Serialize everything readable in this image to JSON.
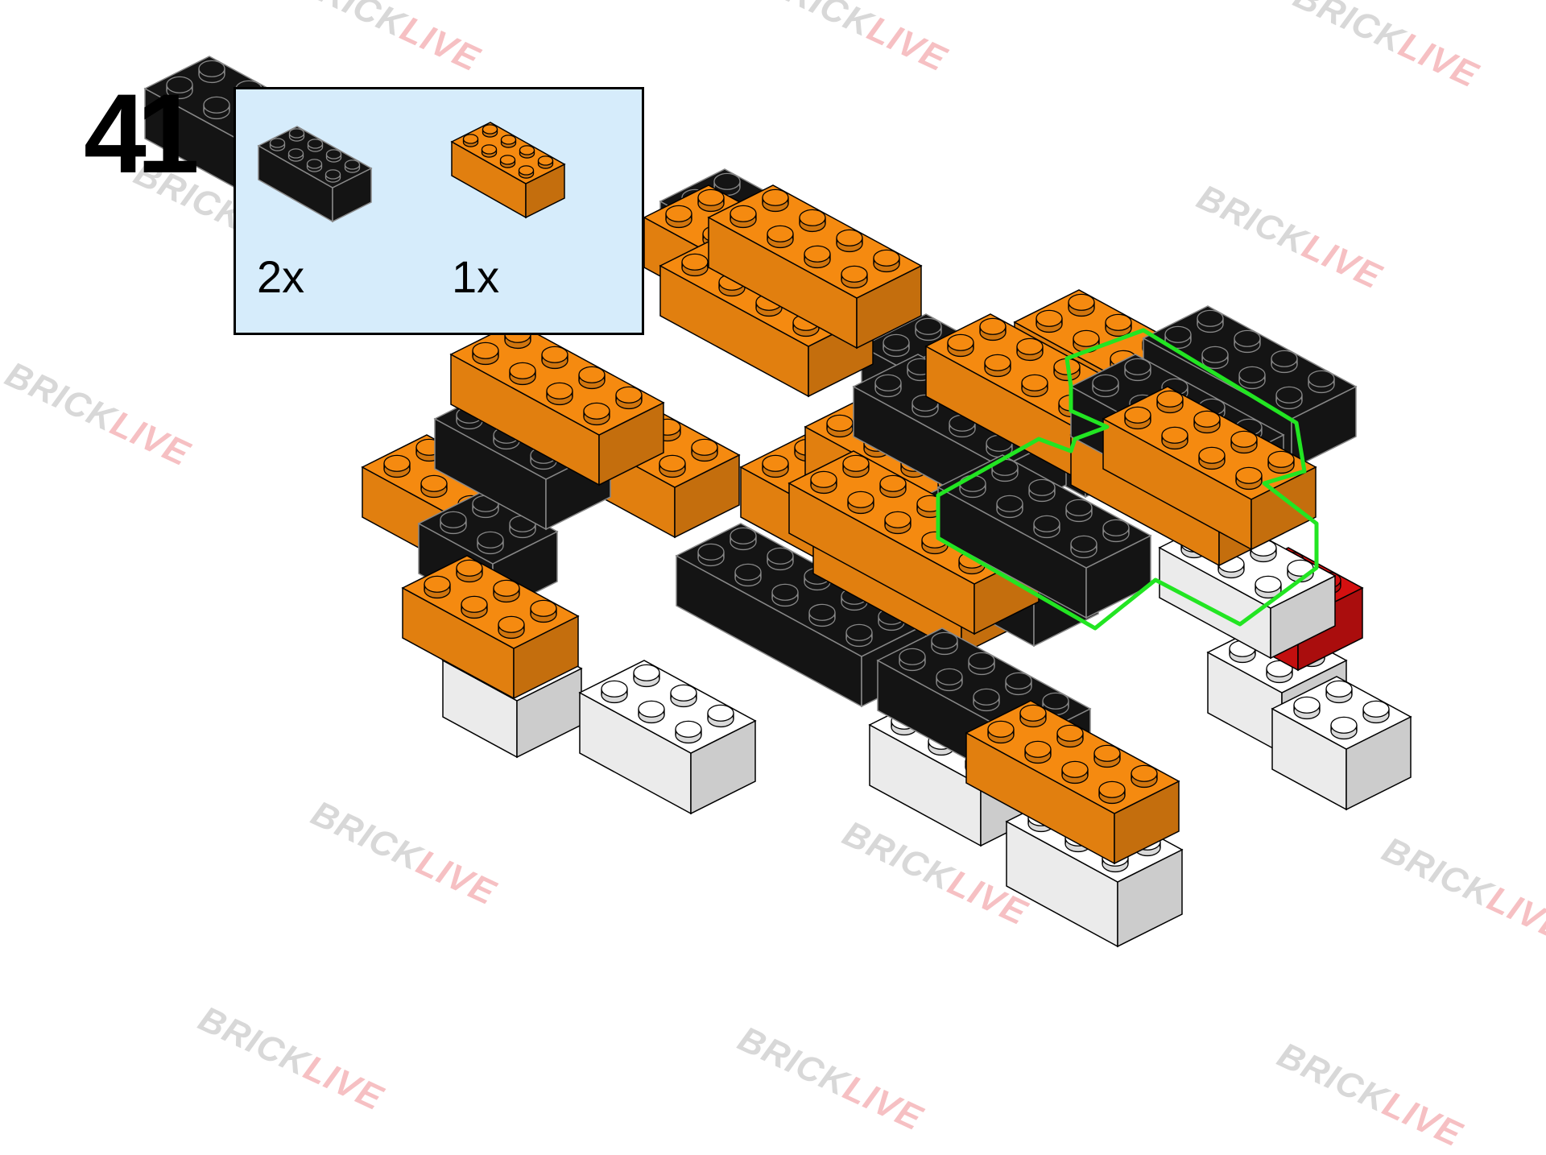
{
  "step": {
    "number": "41"
  },
  "parts_list": {
    "items": [
      {
        "quantity": "2x",
        "color_name": "black",
        "color": "#141414",
        "brick": "2x4"
      },
      {
        "quantity": "1x",
        "color_name": "orange",
        "color": "#f58a10",
        "brick": "2x4"
      }
    ]
  },
  "watermark": {
    "brand_a": "BRICK",
    "brand_b": "LIVE"
  },
  "colors": {
    "orange": "#f58a10",
    "black": "#141414",
    "white": "#ffffff",
    "red": "#d41010",
    "highlight": "#22e522",
    "panel": "#d6ecfb"
  }
}
